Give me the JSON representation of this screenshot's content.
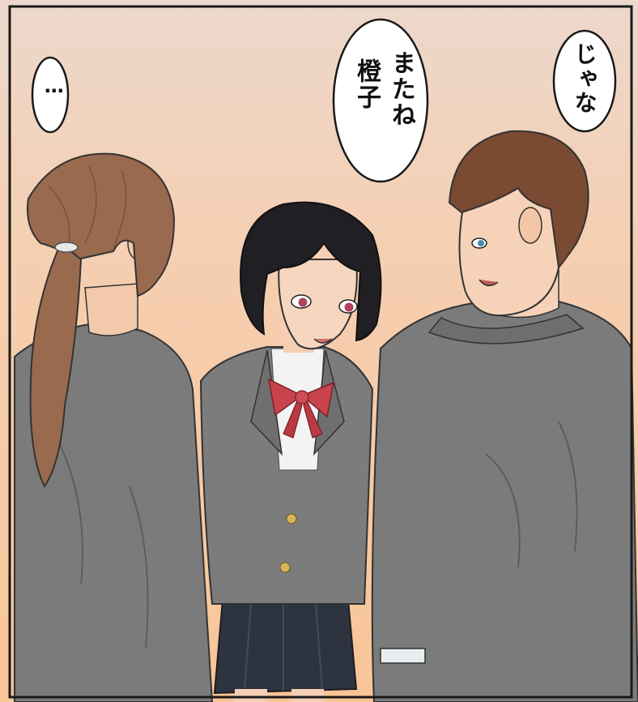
{
  "panel": {
    "background_top": "#f0d2bf",
    "background_bottom": "#f8c898",
    "border_color": "#1a1a1a"
  },
  "dialogue": {
    "left_speaker": "…",
    "center_line1": "またね",
    "center_line2": "橙子",
    "right_speaker": "じゃな"
  },
  "characters": {
    "left_girl": {
      "hair_color": "#9a6a4e",
      "blazer_color": "#7b7b7b"
    },
    "center_girl": {
      "hair_color": "#1f1f24",
      "blazer_color": "#7c7c7c",
      "bow_color": "#c8434c",
      "skirt_color": "#2e3340",
      "eye_color": "#b0435a"
    },
    "right_boy": {
      "hair_color": "#7a4a33",
      "blazer_color": "#7b7b7b",
      "skin_color": "#f6d3b8"
    }
  },
  "icons": [
    "speech-bubble-icon"
  ]
}
